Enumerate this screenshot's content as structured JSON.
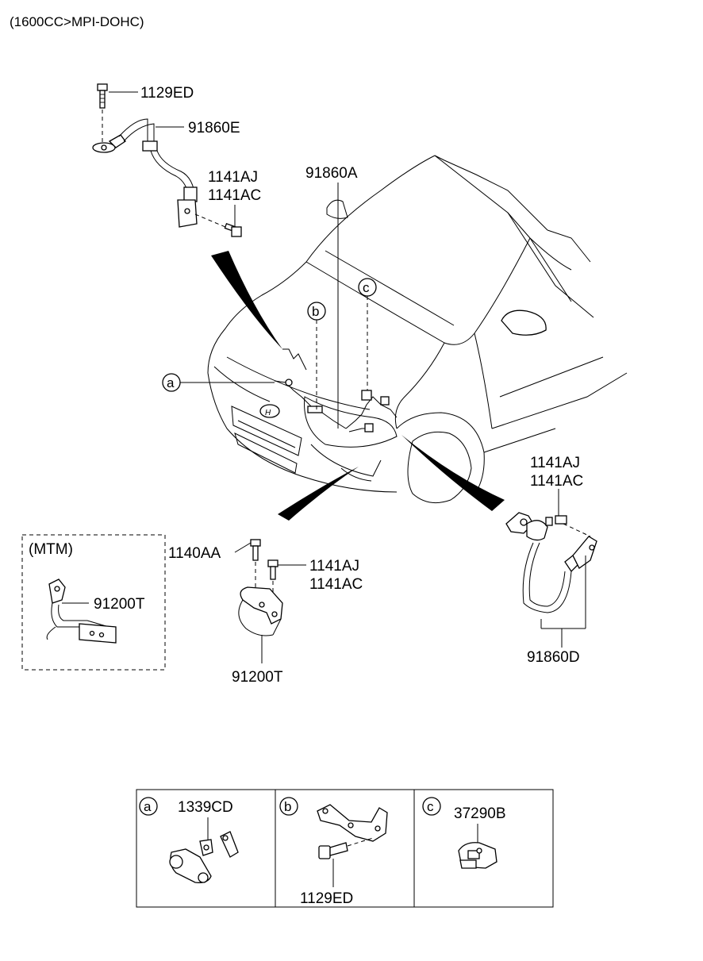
{
  "header": {
    "engine_note": "(1600CC>MPI-DOHC)"
  },
  "labels": {
    "bolt_top": "1129ED",
    "cable_top": "91860E",
    "bolt_mid_1": "1141AJ",
    "bolt_mid_2": "1141AC",
    "harness_main": "91860A",
    "bolt_right_1": "1141AJ",
    "bolt_right_2": "1141AC",
    "cable_right": "91860D",
    "bolt_bracket": "1140AA",
    "bolt_bracket_1": "1141AJ",
    "bolt_bracket_2": "1141AC",
    "bracket": "91200T",
    "mtm_title": "(MTM)",
    "mtm_part": "91200T"
  },
  "callouts": {
    "a": "a",
    "b": "b",
    "c": "c"
  },
  "detail_boxes": [
    {
      "letter": "a",
      "part_no": "1339CD"
    },
    {
      "letter": "b",
      "part_no": "1129ED"
    },
    {
      "letter": "c",
      "part_no": "37290B"
    }
  ]
}
